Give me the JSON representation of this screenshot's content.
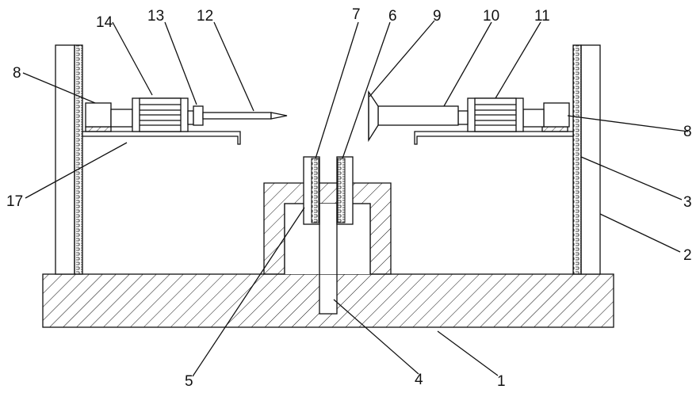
{
  "diagram": {
    "labels": {
      "l1": "1",
      "l2": "2",
      "l3": "3",
      "l4": "4",
      "l5": "5",
      "l6": "6",
      "l7": "7",
      "l8_left": "8",
      "l8_right": "8",
      "l9": "9",
      "l10": "10",
      "l11": "11",
      "l12": "12",
      "l13": "13",
      "l14": "14",
      "l17": "17"
    }
  }
}
